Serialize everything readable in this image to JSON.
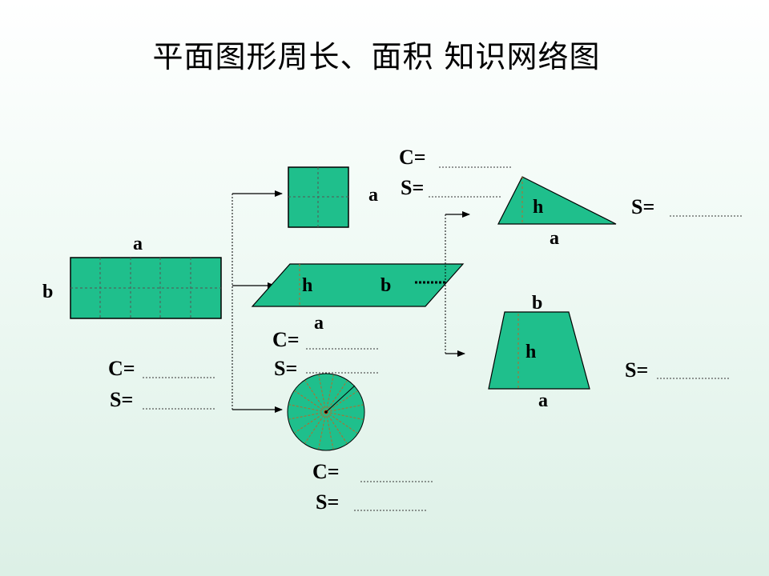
{
  "title": "平面图形周长、面积 知识网络图",
  "labels": {
    "a": "a",
    "b": "b",
    "h": "h",
    "c_formula": "C=",
    "s_formula": "S="
  },
  "colors": {
    "fill": "#1fbf8c",
    "stroke": "#000000",
    "dash": "#b9692a"
  }
}
